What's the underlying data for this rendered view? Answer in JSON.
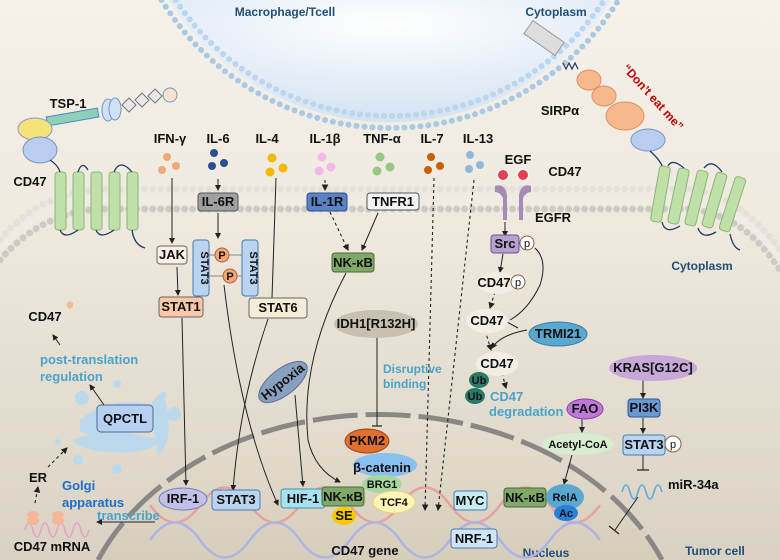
{
  "regions": {
    "macrophage": "Macrophage/Tcell",
    "cytoplasm_top": "Cytoplasm",
    "cytoplasm_right": "Cytoplasm",
    "nucleus": "Nucleus",
    "tumor_cell": "Tumor cell",
    "cd47_gene": "CD47 gene"
  },
  "ligands": {
    "tsp1": "TSP-1",
    "cd47_left": "CD47",
    "cd47_right": "CD47",
    "sirpa": "SIRPα",
    "dont_eat_me": "“Don’t eat me”",
    "egf": "EGF",
    "egfr": "EGFR"
  },
  "cytokines": [
    {
      "label": "IFN-γ",
      "color": "#f0a878"
    },
    {
      "label": "IL-6",
      "color": "#2a4f94"
    },
    {
      "label": "IL-4",
      "color": "#f5b800"
    },
    {
      "label": "IL-1β",
      "color": "#f4b8ec"
    },
    {
      "label": "TNF-α",
      "color": "#98c888"
    },
    {
      "label": "IL-7",
      "color": "#c8600a"
    },
    {
      "label": "IL-13",
      "color": "#8fb8e0"
    }
  ],
  "receptors": {
    "il6r": "IL-6R",
    "il1r": "IL-1R",
    "tnfr1": "TNFR1"
  },
  "signaling": {
    "jak": "JAK",
    "stat3_a": "STAT3",
    "stat3_b": "STAT3",
    "p": "P",
    "stat1": "STAT1",
    "stat6": "STAT6",
    "nfkb": "NK-κB",
    "idh1": "IDH1[R132H]",
    "disruptive_1": "Disruptive",
    "disruptive_2": "binding",
    "hypoxia": "Hypoxia",
    "src": "Src",
    "phos": "p",
    "cd47_p": "CD47",
    "cd47_mid": "CD47",
    "cd47_low": "CD47",
    "trim21": "TRMI21",
    "ub": "Ub",
    "degradation_1": "CD47",
    "degradation_2": "degradation",
    "fao": "FAO",
    "acetyl_coa": "Acetyl-CoA",
    "kras": "KRAS[G12C]",
    "pi3k": "PI3K",
    "stat3_k": "STAT3",
    "mir34a": "miR-34a"
  },
  "golgi": {
    "cd47": "CD47",
    "ptr_1": "post-translation",
    "ptr_2": "regulation",
    "qpctl": "QPCTL",
    "golgi_1": "Golgi",
    "golgi_2": "apparatus",
    "transcribe": "transcribe",
    "er": "ER",
    "mrna": "CD47 mRNA"
  },
  "nuclear": {
    "irf1": "IRF-1",
    "stat3": "STAT3",
    "hif1": "HIF-1",
    "nfkb": "NK-κB",
    "se": "SE",
    "pkm2": "PKM2",
    "bcatenin": "β-catenin",
    "brg1": "BRG1",
    "tcf4": "TCF4",
    "myc": "MYC",
    "nrf1": "NRF-1",
    "nfkb2": "NK-κB",
    "rela": "RelA",
    "ac": "Ac"
  },
  "colors": {
    "region_text": "#1f4e79",
    "dont_eat_me": "#c00000",
    "teal_text": "#4aa3c8",
    "golgi_text": "#1f6fc8"
  }
}
